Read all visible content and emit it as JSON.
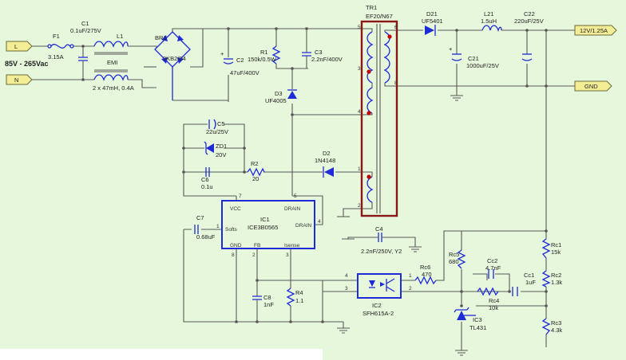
{
  "input": {
    "voltage_range": "85V - 265Vac",
    "line_label": "L",
    "neutral_label": "N"
  },
  "outputs": {
    "vout_label": "12V/1.25A",
    "gnd_label": "GND"
  },
  "components": {
    "F1": {
      "ref": "F1",
      "value": "3.15A"
    },
    "C1": {
      "ref": "C1",
      "value": "0.1uF/275V"
    },
    "L1": {
      "ref": "L1",
      "core": "EMI",
      "value": "2 x 47mH, 0.4A"
    },
    "BR1": {
      "ref": "BR1",
      "value": "2KB2/04"
    },
    "C2": {
      "ref": "C2",
      "value": "47uF/400V"
    },
    "R1": {
      "ref": "R1",
      "value": "150k/0.5W"
    },
    "C3": {
      "ref": "C3",
      "value": "2.2nF/400V"
    },
    "D3": {
      "ref": "D3",
      "value": "UF4005"
    },
    "TR1": {
      "ref": "TR1",
      "value": "EF20/N67"
    },
    "D21": {
      "ref": "D21",
      "value": "UF5401"
    },
    "L21": {
      "ref": "L21",
      "value": "1.5uH"
    },
    "C22": {
      "ref": "C22",
      "value": "220uF/25V"
    },
    "C21": {
      "ref": "C21",
      "value": "1000uF/25V"
    },
    "C5": {
      "ref": "C5",
      "value": "22u/25V"
    },
    "ZD1": {
      "ref": "ZD1",
      "value": "20V"
    },
    "C6": {
      "ref": "C6",
      "value": "0.1u"
    },
    "R2": {
      "ref": "R2",
      "value": "20"
    },
    "D2": {
      "ref": "D2",
      "value": "1N4148"
    },
    "C7": {
      "ref": "C7",
      "value": "0.68uF"
    },
    "IC1": {
      "ref": "IC1",
      "value": "ICE3B0565",
      "pins": {
        "vcc": "VCC",
        "drain_top": "DRAIN",
        "drain_side": "DRAIN",
        "softs": "Softs",
        "gnd": "GND",
        "fb": "FB",
        "isense": "Isense"
      },
      "pin_numbers": [
        "7",
        "5",
        "4",
        "1",
        "8",
        "2",
        "3"
      ]
    },
    "C8": {
      "ref": "C8",
      "value": "1nF"
    },
    "R4": {
      "ref": "R4",
      "value": "1.1"
    },
    "C4": {
      "ref": "C4",
      "value": "2.2nF/250V, Y2"
    },
    "Rc6": {
      "ref": "Rc6",
      "value": "470"
    },
    "IC2": {
      "ref": "IC2",
      "value": "SFH615A-2",
      "pin_numbers": [
        "4",
        "3",
        "1",
        "2"
      ]
    },
    "Rc5": {
      "ref": "Rc5",
      "value": "680"
    },
    "Cc2": {
      "ref": "Cc2",
      "value": "4.7nF"
    },
    "Rc4": {
      "ref": "Rc4",
      "value": "10k"
    },
    "Cc1": {
      "ref": "Cc1",
      "value": "1uF"
    },
    "IC3": {
      "ref": "IC3",
      "value": "TL431"
    },
    "Rc1": {
      "ref": "Rc1",
      "value": "15k"
    },
    "Rc2": {
      "ref": "Rc2",
      "value": "1.3k"
    },
    "Rc3": {
      "ref": "Rc3",
      "value": "4.3k"
    }
  },
  "transformer_pins": [
    "5",
    "6",
    "3",
    "4",
    "8",
    "1",
    "2"
  ],
  "colors": {
    "background": "#e6f7dc",
    "wire": "#5a5a5a",
    "component": "#1f2bd6",
    "transformer": "#8a1818",
    "terminal": "#f3ee96"
  }
}
